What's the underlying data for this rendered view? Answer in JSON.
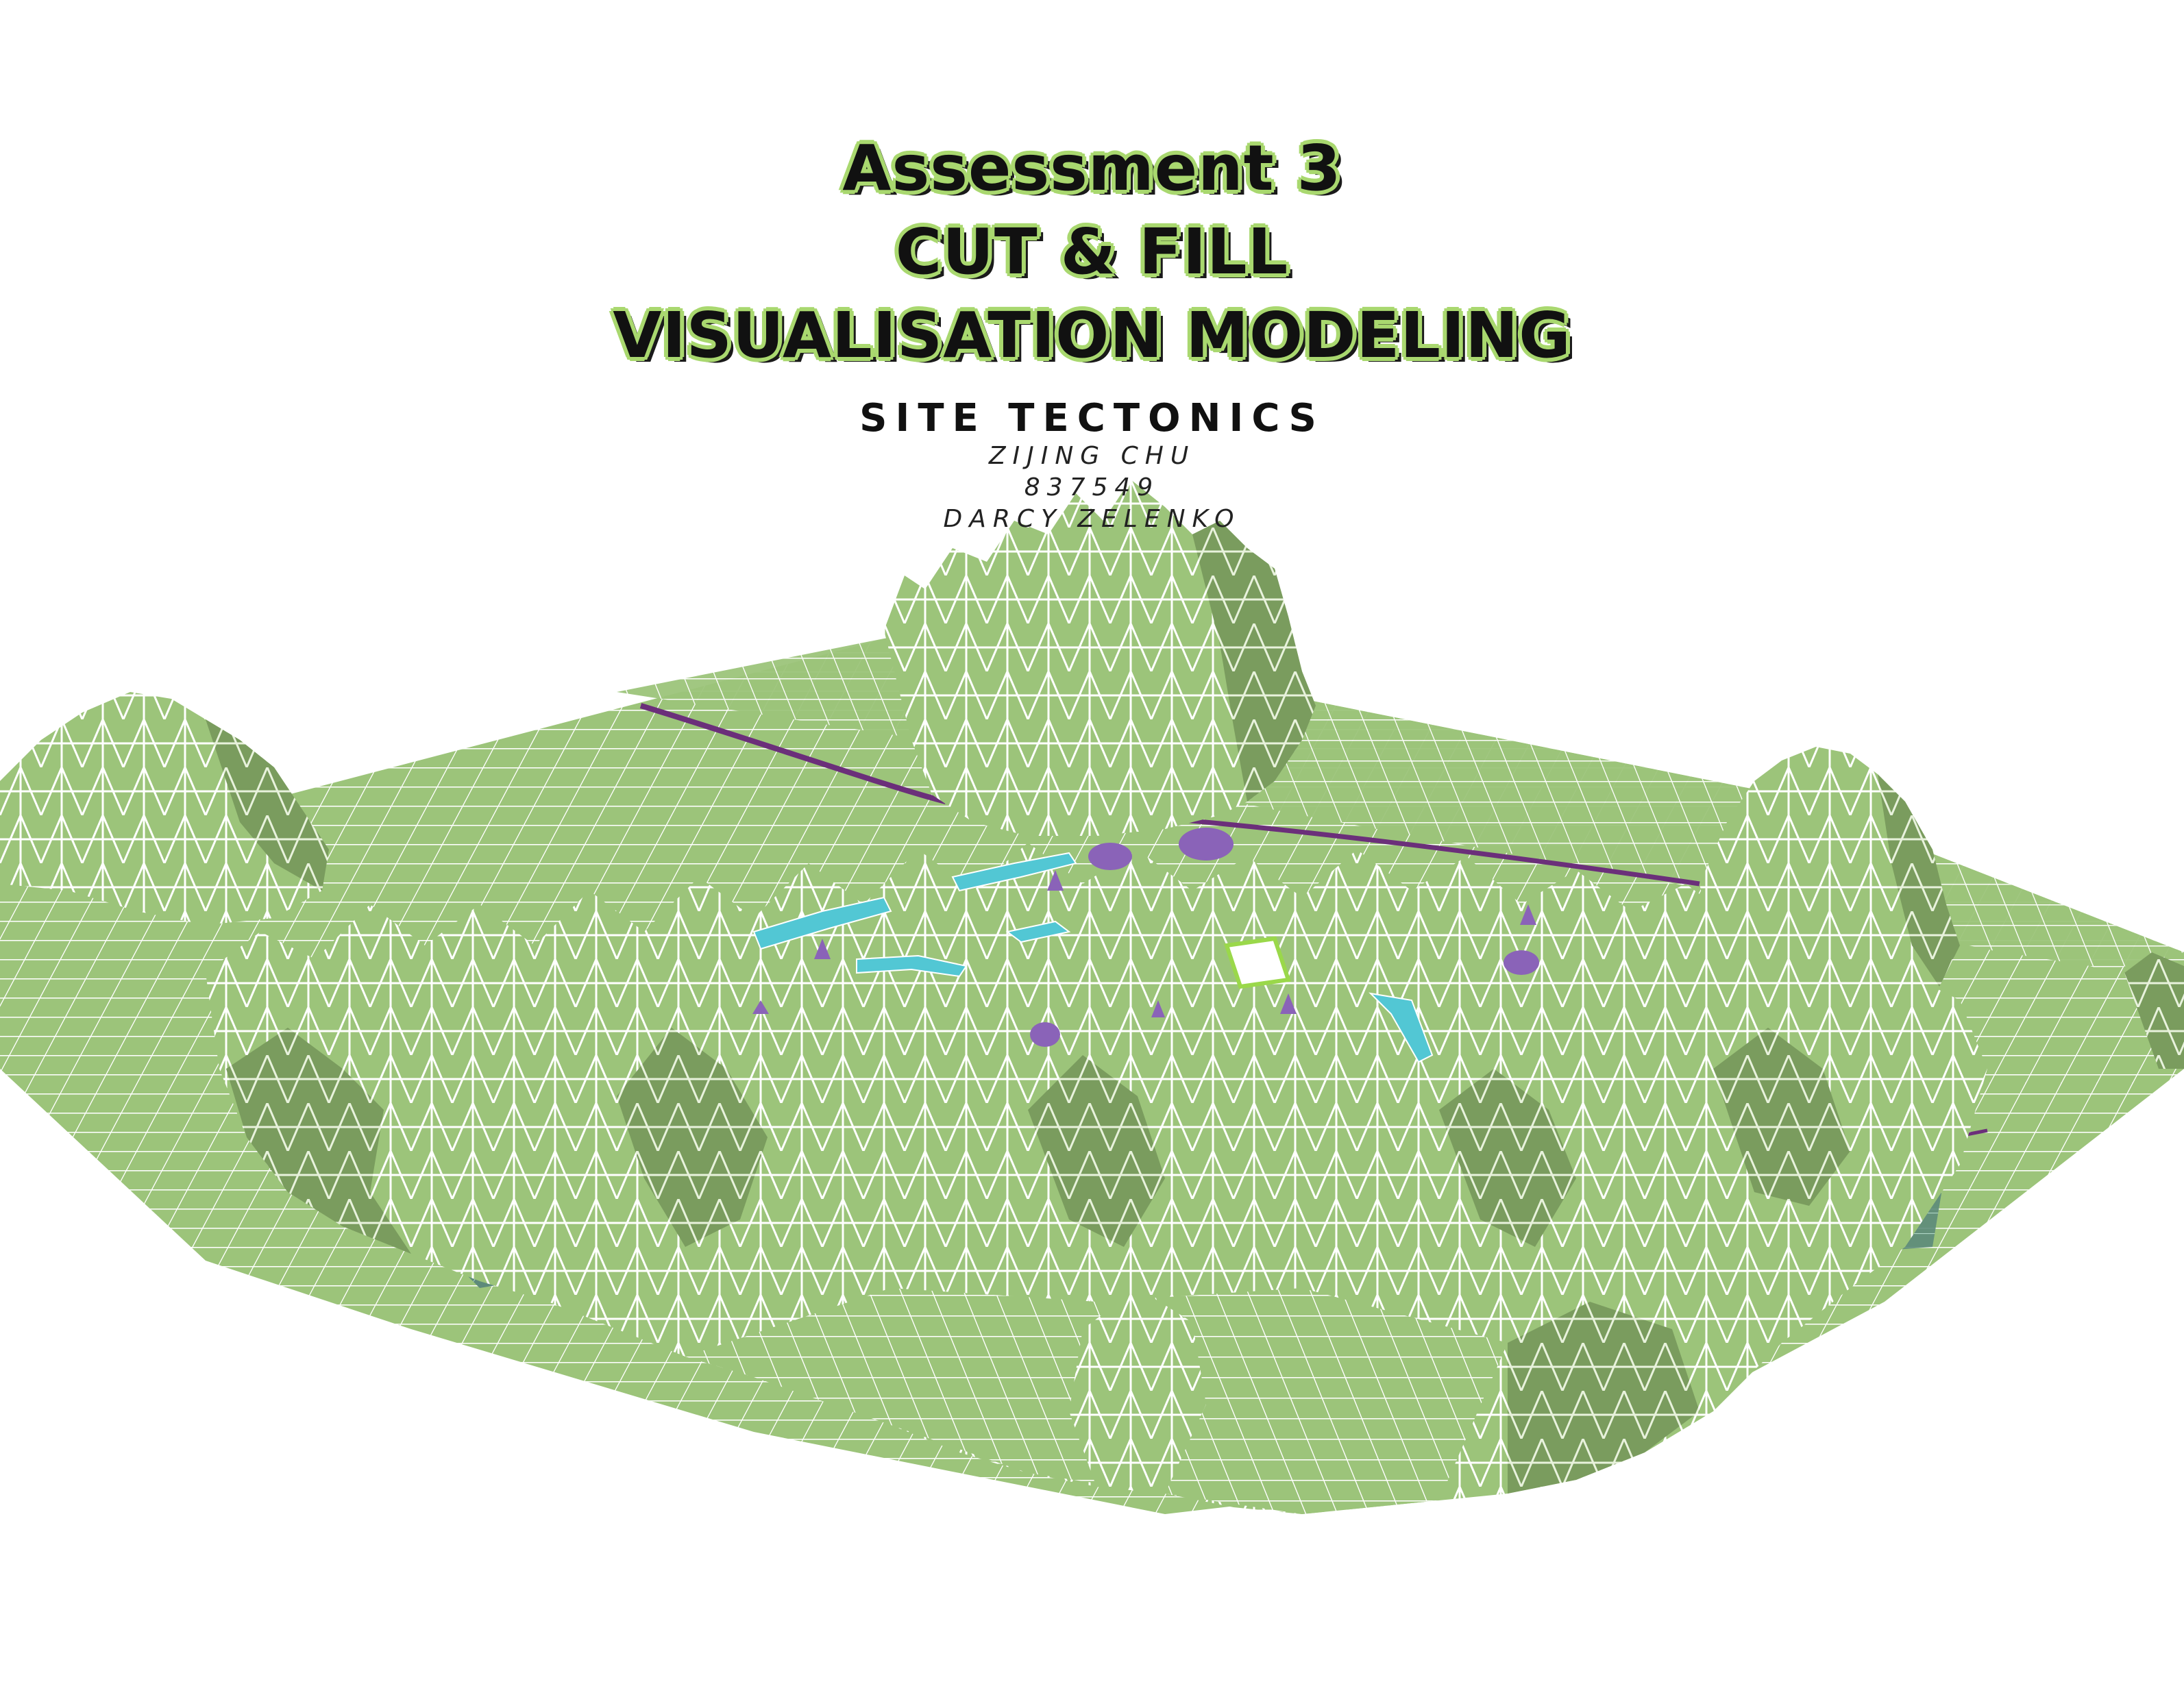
{
  "header": {
    "title_line1": "Assessment 3",
    "title_line2": "CUT & FILL",
    "title_line3": "VISUALISATION MODELING",
    "subtitle": "SITE TECTONICS",
    "author": "ZIJING CHU",
    "student_id": "837549",
    "tutor": "DARCY ZELENKO"
  },
  "colors": {
    "terrain_fill": "#9cc47a",
    "terrain_shade": "#7a9c5e",
    "terrain_dark": "#5f7d4a",
    "mesh_lines": "#ffffff",
    "road_line": "#6b2f7a",
    "water": "#52c7d4",
    "trees": "#8a63b8",
    "title_outline": "#a9d86f"
  },
  "image": {
    "subject": "terrain-wireframe-model",
    "icon": "terrain-mesh"
  }
}
